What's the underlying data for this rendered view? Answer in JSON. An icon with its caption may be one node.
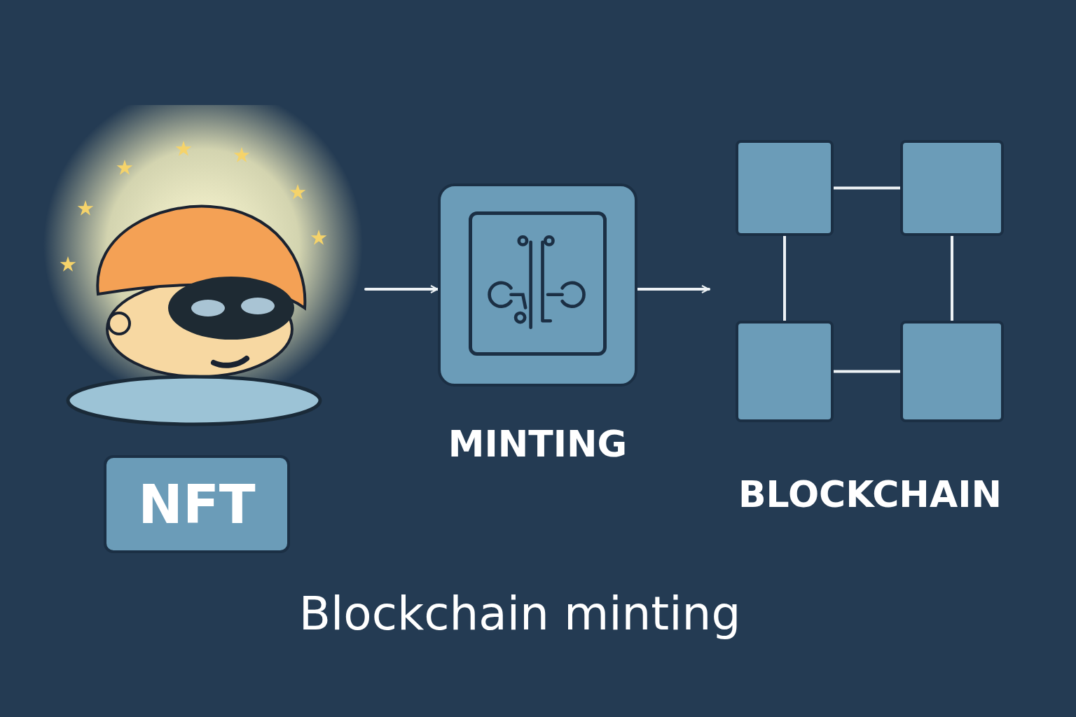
{
  "diagram": {
    "caption": "Blockchain minting",
    "nodes": [
      {
        "text": [],
        "shape": "picture"
      },
      {
        "text": [
          "NFT"
        ]
      },
      {
        "text": [
          "MINTING"
        ]
      },
      {
        "text": [],
        "shape": "box"
      },
      {
        "text": [],
        "shape": "box"
      },
      {
        "text": [],
        "shape": "box"
      },
      {
        "text": [],
        "shape": "box"
      }
    ],
    "edges": [
      {
        "from": 0,
        "to": 2,
        "arrow": "to"
      },
      {
        "from": 2,
        "to": null,
        "arrow": "to"
      },
      {
        "from": 3,
        "to": 4,
        "arrow": "none"
      },
      {
        "from": 3,
        "to": 5,
        "arrow": "none"
      },
      {
        "from": 4,
        "to": 6,
        "arrow": "none"
      },
      {
        "from": 5,
        "to": 6,
        "arrow": "none"
      }
    ],
    "labels": [
      "BLOCKCHAIN"
    ]
  }
}
